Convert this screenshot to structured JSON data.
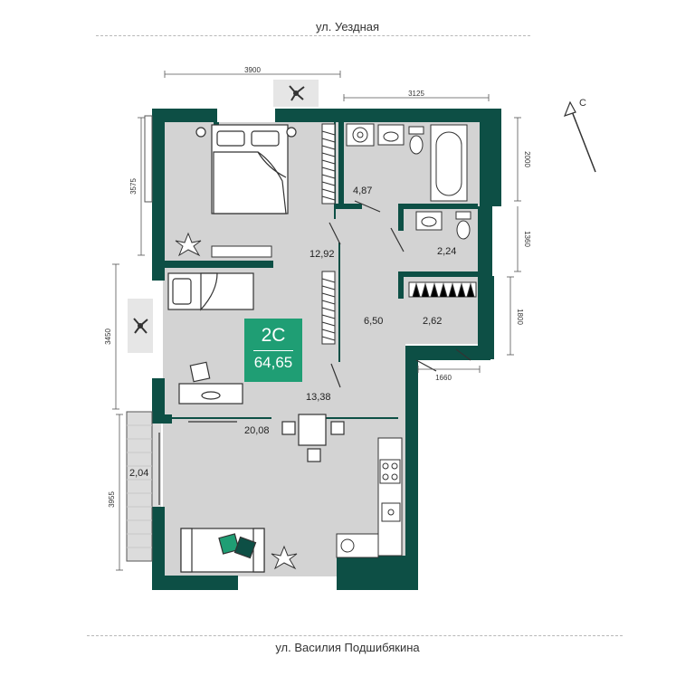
{
  "streets": {
    "top": "ул. Уездная",
    "bottom": "ул. Василия Подшибякина"
  },
  "apartment": {
    "type": "2С",
    "total_area": "64,65"
  },
  "rooms": {
    "bedroom": "12,92",
    "bathroom": "4,87",
    "wc": "2,24",
    "bedroom2": "13,38",
    "hall": "6,50",
    "wardrobe": "2,62",
    "living": "20,08",
    "balcony": "2,04"
  },
  "dimensions": {
    "top_left": "3900",
    "top_right": "3125",
    "left_top": "3575",
    "left_mid": "3450",
    "left_bottom": "3955",
    "right_top": "2000",
    "right_mid": "1360",
    "right_bottom": "1800",
    "bottom_wardrobe": "1660"
  },
  "compass": {
    "label": "С"
  },
  "colors": {
    "wall": "#0d4f45",
    "floor": "#d3d3d3",
    "accent": "#1f9e74"
  },
  "icons": [
    "fan-icon",
    "bed-icon",
    "plant-icon",
    "desk-icon",
    "chair-icon",
    "sofa-icon",
    "dining-table-icon",
    "stove-icon",
    "sink-icon",
    "toilet-icon",
    "bathtub-icon",
    "washing-machine-icon",
    "north-arrow-icon"
  ]
}
